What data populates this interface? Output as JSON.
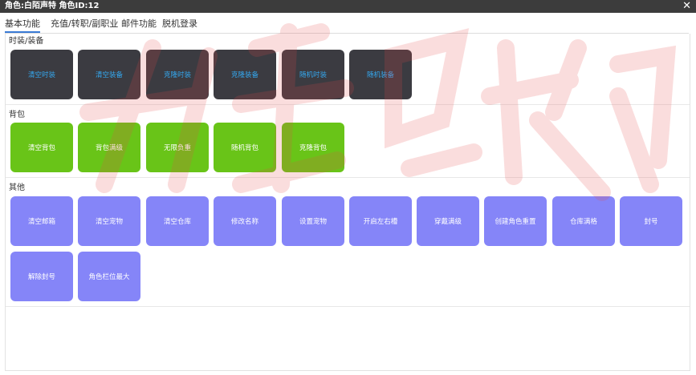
{
  "window": {
    "title": "角色:白陌声特 角色ID:12"
  },
  "tabs": [
    {
      "label": "基本功能",
      "active": true
    },
    {
      "label": "充值/转职/副职业",
      "active": false
    },
    {
      "label": "邮件功能",
      "active": false
    },
    {
      "label": "脱机登录",
      "active": false
    }
  ],
  "sections": {
    "fashion": {
      "label": "时装/装备",
      "buttons": [
        "清空时装",
        "清空装备",
        "克隆时装",
        "克隆装备",
        "随机时装",
        "随机装备"
      ]
    },
    "bag": {
      "label": "背包",
      "buttons": [
        "清空背包",
        "背包满级",
        "无限负重",
        "随机背包",
        "克隆背包"
      ]
    },
    "other": {
      "label": "其他",
      "buttons": [
        "清空邮箱",
        "清空宠物",
        "清空仓库",
        "修改名称",
        "设置宠物",
        "开启左右槽",
        "穿戴满级",
        "创建角色重置",
        "仓库满格",
        "封号",
        "解除封号",
        "角色栏位最大"
      ]
    }
  },
  "colors": {
    "dark_button": "#3b3b41",
    "dark_button_text": "#34a8f0",
    "green_button": "#69c418",
    "purple_button": "#8585f8",
    "active_tab": "#3a7bd5"
  }
}
